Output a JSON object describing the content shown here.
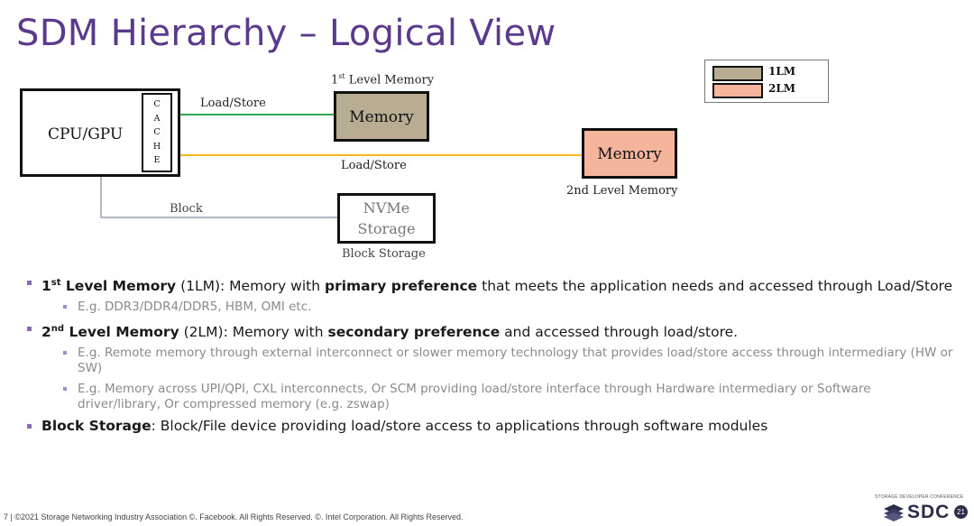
{
  "slide": {
    "title": "SDM Hierarchy – Logical View"
  },
  "diagram": {
    "cpu_label": "CPU/GPU",
    "cache_letters": [
      "C",
      "A",
      "C",
      "H",
      "E"
    ],
    "first_level_caption_sup": "st",
    "first_level_caption_num": "1",
    "first_level_caption_rest": " Level Memory",
    "memory1_label": "Memory",
    "memory2_label": "Memory",
    "second_level_caption": "2nd Level Memory",
    "load_store_top": "Load/Store",
    "load_store_bottom": "Load/Store",
    "block_label": "Block",
    "nvme_line1": "NVMe",
    "nvme_line2": "Storage",
    "block_storage_caption": "Block Storage",
    "colors": {
      "lm1": "#b8ad93",
      "lm2": "#f5b59d",
      "green_line": "#2ea84a",
      "yellow_line": "#f4b81c",
      "block_line": "#7d8aa0",
      "title": "#5b3a8c"
    }
  },
  "legend": {
    "items": [
      {
        "label": "1LM",
        "color": "#b8ad93"
      },
      {
        "label": "2LM",
        "color": "#f5b59d"
      }
    ]
  },
  "bullets": {
    "b1": {
      "num": "1",
      "sup": "st",
      "bold": " Level Memory",
      "after": " (1LM): Memory with ",
      "bold2": "primary preference",
      "rest": " that meets the application needs and accessed through Load/Store"
    },
    "b1_sub": "E.g. DDR3/DDR4/DDR5, HBM, OMI etc.",
    "b2": {
      "num": "2",
      "sup": "nd",
      "bold": " Level Memory",
      "after": " (2LM): Memory with ",
      "bold2": "secondary preference",
      "rest": " and accessed through load/store."
    },
    "b2_sub1": "E.g. Remote memory through external interconnect or slower memory technology that provides load/store access through intermediary (HW or SW)",
    "b2_sub2": "E.g. Memory across UPI/QPI, CXL interconnects, Or SCM providing load/store interface through Hardware intermediary or Software driver/library, Or compressed memory (e.g. zswap)",
    "b3": {
      "bold": "Block Storage",
      "rest": ": Block/File device providing load/store access to applications through software modules"
    }
  },
  "footer": {
    "text": "7 | ©2021 Storage Networking Industry Association ©. Facebook. All Rights Reserved. ©. Intel Corporation. All Rights Reserved.",
    "conf": "STORAGE DEVELOPER CONFERENCE",
    "logo": "SDC",
    "logo_badge": "21"
  }
}
